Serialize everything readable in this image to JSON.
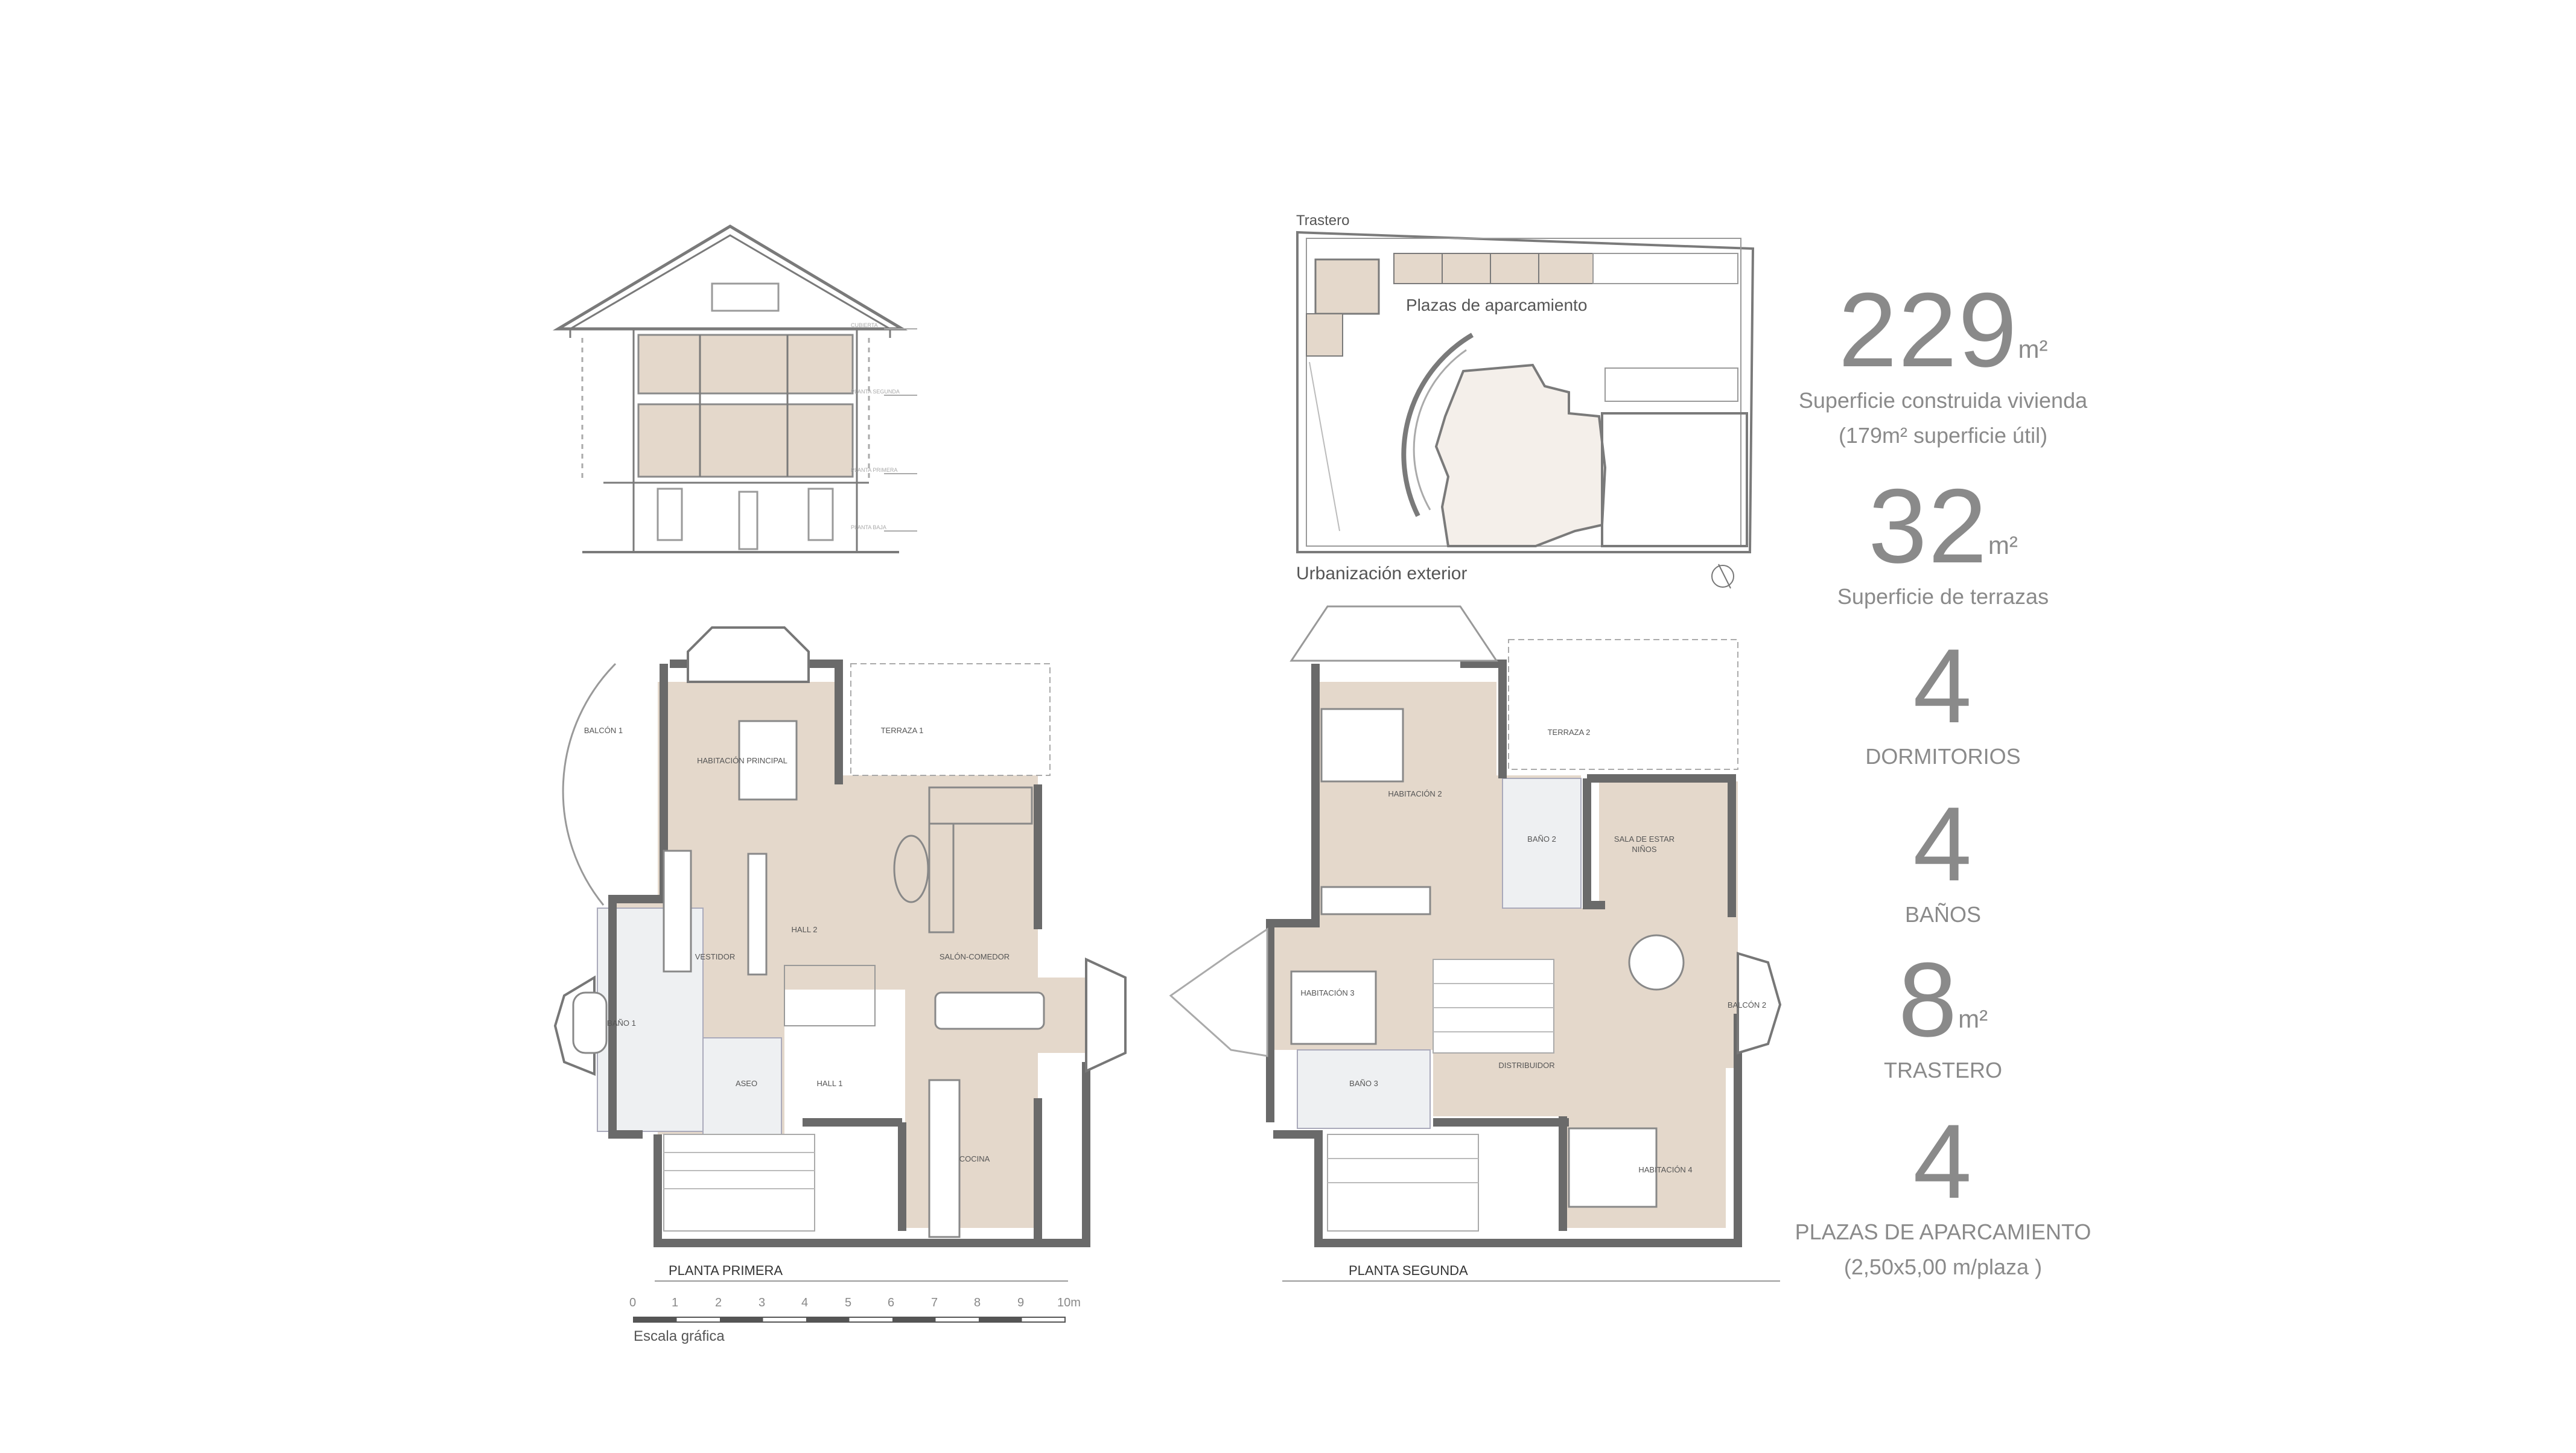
{
  "section": {
    "level_labels": [
      "CUBIERTA",
      "PLANTA SEGUNDA",
      "PLANTA PRIMERA",
      "PLANTA BAJA"
    ]
  },
  "site": {
    "trastero_label": "Trastero",
    "parking_label": "Plazas de aparcamiento",
    "exterior_label": "Urbanización exterior"
  },
  "floor1": {
    "title": "PLANTA PRIMERA",
    "rooms": {
      "balcon1": "BALCÓN 1",
      "habitacion_principal": "HABITACIÓN PRINCIPAL",
      "terraza1": "TERRAZA 1",
      "vestidor": "VESTIDOR",
      "hall2": "HALL 2",
      "salon_comedor": "SALÓN-COMEDOR",
      "bano1": "BAÑO 1",
      "aseo": "ASEO",
      "hall1": "HALL 1",
      "cocina": "COCINA"
    }
  },
  "floor2": {
    "title": "PLANTA SEGUNDA",
    "rooms": {
      "habitacion2": "HABITACIÓN 2",
      "terraza2": "TERRAZA 2",
      "bano2": "BAÑO 2",
      "sala_estar_1": "SALA DE ESTAR",
      "sala_estar_2": "NIÑOS",
      "habitacion3": "HABITACIÓN 3",
      "balcon2": "BALCÓN 2",
      "distribuidor": "DISTRIBUIDOR",
      "bano3": "BAÑO 3",
      "habitacion4": "HABITACIÓN 4"
    }
  },
  "scale": {
    "ticks": [
      "0",
      "1",
      "2",
      "3",
      "4",
      "5",
      "6",
      "7",
      "8",
      "9",
      "10m"
    ],
    "label": "Escala gráfica"
  },
  "stats": [
    {
      "value": "229",
      "unit": "m²",
      "label": "Superficie construida vivienda",
      "sublabel": "(179m² superficie útil)"
    },
    {
      "value": "32",
      "unit": "m²",
      "label": "Superficie de terrazas"
    },
    {
      "value": "4",
      "label": "DORMITORIOS"
    },
    {
      "value": "4",
      "label": "BAÑOS"
    },
    {
      "value": "8",
      "unit": "m²",
      "label": "TRASTERO"
    },
    {
      "value": "4",
      "label": "PLAZAS DE APARCAMIENTO",
      "sublabel": "(2,50x5,00 m/plaza )"
    }
  ],
  "colors": {
    "room_fill": "#e4d8cb",
    "wall": "#7a7a7a",
    "line": "#9a9a9a",
    "text": "#8a8a8a"
  }
}
